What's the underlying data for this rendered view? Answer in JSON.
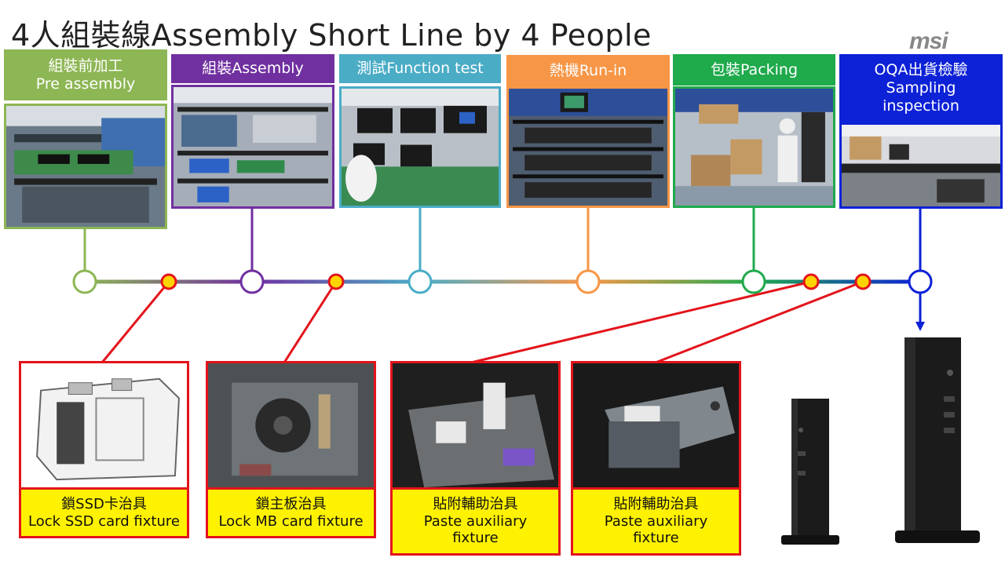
{
  "title": "4人組裝線Assembly Short Line by 4 People",
  "logo": "msi",
  "stages": [
    {
      "id": "pre-assembly",
      "line1": "組裝前加工",
      "line2": "Pre assembly",
      "line3": "",
      "color": "#8db654"
    },
    {
      "id": "assembly",
      "line1": "組裝Assembly",
      "line2": "",
      "line3": "",
      "color": "#7030a0"
    },
    {
      "id": "function-test",
      "line1": "測試Function test",
      "line2": "",
      "line3": "",
      "color": "#4bacc6"
    },
    {
      "id": "run-in",
      "line1": "熱機Run-in",
      "line2": "",
      "line3": "",
      "color": "#f79646"
    },
    {
      "id": "packing",
      "line1": "包裝Packing",
      "line2": "",
      "line3": "",
      "color": "#1faa4c"
    },
    {
      "id": "oqa",
      "line1": "OQA出貨檢驗",
      "line2": "Sampling",
      "line3": "inspection",
      "color": "#0d22d6"
    }
  ],
  "fixtures": [
    {
      "id": "ssd",
      "line1": "鎖SSD卡治具",
      "line2": "Lock SSD card fixture",
      "line3": ""
    },
    {
      "id": "mb",
      "line1": "鎖主板治具",
      "line2": "Lock MB card fixture",
      "line3": ""
    },
    {
      "id": "paste-1",
      "line1": "貼附輔助治具",
      "line2": "Paste auxiliary",
      "line3": "fixture"
    },
    {
      "id": "paste-2",
      "line1": "貼附輔助治具",
      "line2": "Paste auxiliary",
      "line3": "fixture"
    }
  ],
  "colors": {
    "fixture_border": "#e3141b",
    "fixture_label": "#fff200",
    "node_fill": "#ffffff",
    "fixture_node_fill": "#ffd400"
  }
}
